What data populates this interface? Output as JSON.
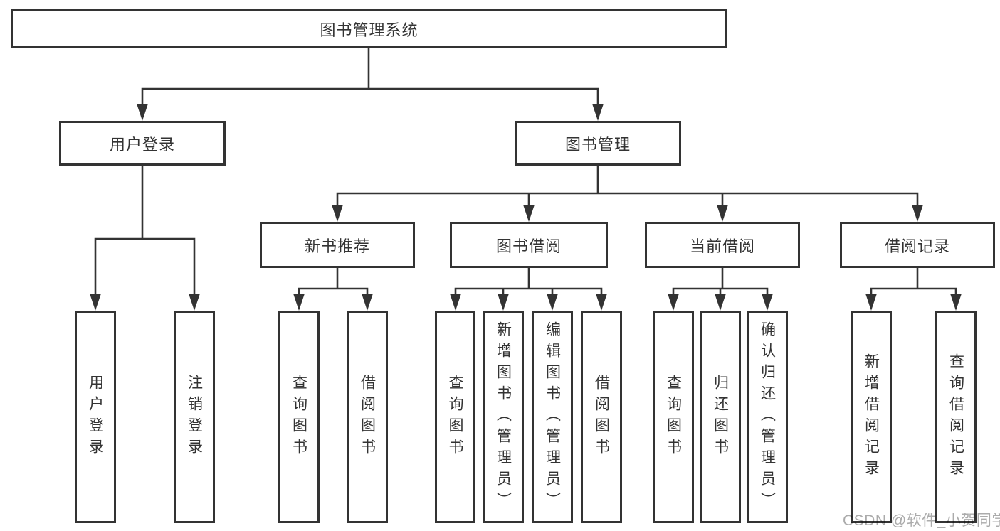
{
  "tree": {
    "label": "图书管理系统",
    "children": [
      {
        "label": "用户登录",
        "children": [
          {
            "label": "用户登录"
          },
          {
            "label": "注销登录"
          }
        ]
      },
      {
        "label": "图书管理",
        "children": [
          {
            "label": "新书推荐",
            "children": [
              {
                "label": "查询图书"
              },
              {
                "label": "借阅图书"
              }
            ]
          },
          {
            "label": "图书借阅",
            "children": [
              {
                "label": "查询图书"
              },
              {
                "label": "新增图书（管理员）"
              },
              {
                "label": "编辑图书（管理员）"
              },
              {
                "label": "借阅图书"
              }
            ]
          },
          {
            "label": "当前借阅",
            "children": [
              {
                "label": "查询图书"
              },
              {
                "label": "归还图书"
              },
              {
                "label": "确认归还（管理员）"
              }
            ]
          },
          {
            "label": "借阅记录",
            "children": [
              {
                "label": "新增借阅记录"
              },
              {
                "label": "查询借阅记录"
              }
            ]
          }
        ]
      }
    ]
  },
  "watermark": "CSDN @软件_小贺同学",
  "colors": {
    "line": "#333333",
    "text": "#333333",
    "background": "#ffffff",
    "watermark": "#ababab"
  }
}
